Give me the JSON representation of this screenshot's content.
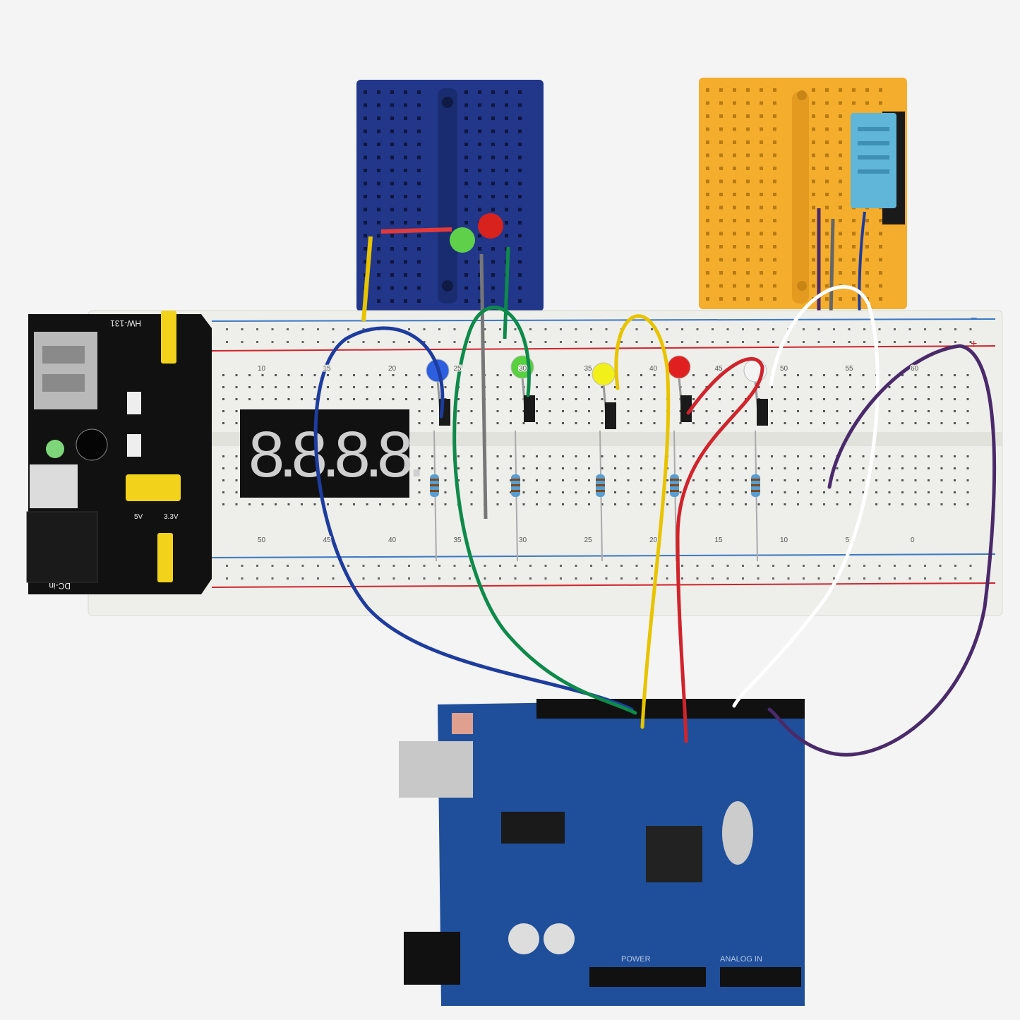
{
  "power_module": {
    "model": "HW-131",
    "dc_label": "DC-in",
    "voltage_top": "5V",
    "voltage_bottom": "3.3V"
  },
  "breadboard": {
    "column_numbers_top": [
      "10",
      "15",
      "20",
      "25",
      "30",
      "35",
      "40",
      "45",
      "50",
      "55",
      "60"
    ],
    "column_numbers_bottom": [
      "50",
      "45",
      "40",
      "35",
      "30",
      "25",
      "20",
      "15",
      "10",
      "5",
      "0"
    ],
    "rail_plus": "+",
    "rail_minus": "−"
  },
  "display": {
    "digits": "8.8.8.8."
  },
  "arduino": {
    "power_label": "POWER",
    "analog_label": "ANALOG IN"
  },
  "colors": {
    "background": "#f4f4f4",
    "breadboard": "#eeeeea",
    "mini_blue": "#22378a",
    "mini_orange": "#f5ad2e",
    "arduino": "#1f4f9a",
    "power_module": "#111111",
    "dht_sensor": "#5fb6d8",
    "wire_blue": "#1d3c9e",
    "wire_green": "#0e8a4a",
    "wire_yellow": "#e8c400",
    "wire_red": "#d0242c",
    "wire_white": "#f2f2f2",
    "wire_purple": "#4a2a6a"
  },
  "leds": [
    "blue",
    "green",
    "yellow",
    "red",
    "white"
  ]
}
